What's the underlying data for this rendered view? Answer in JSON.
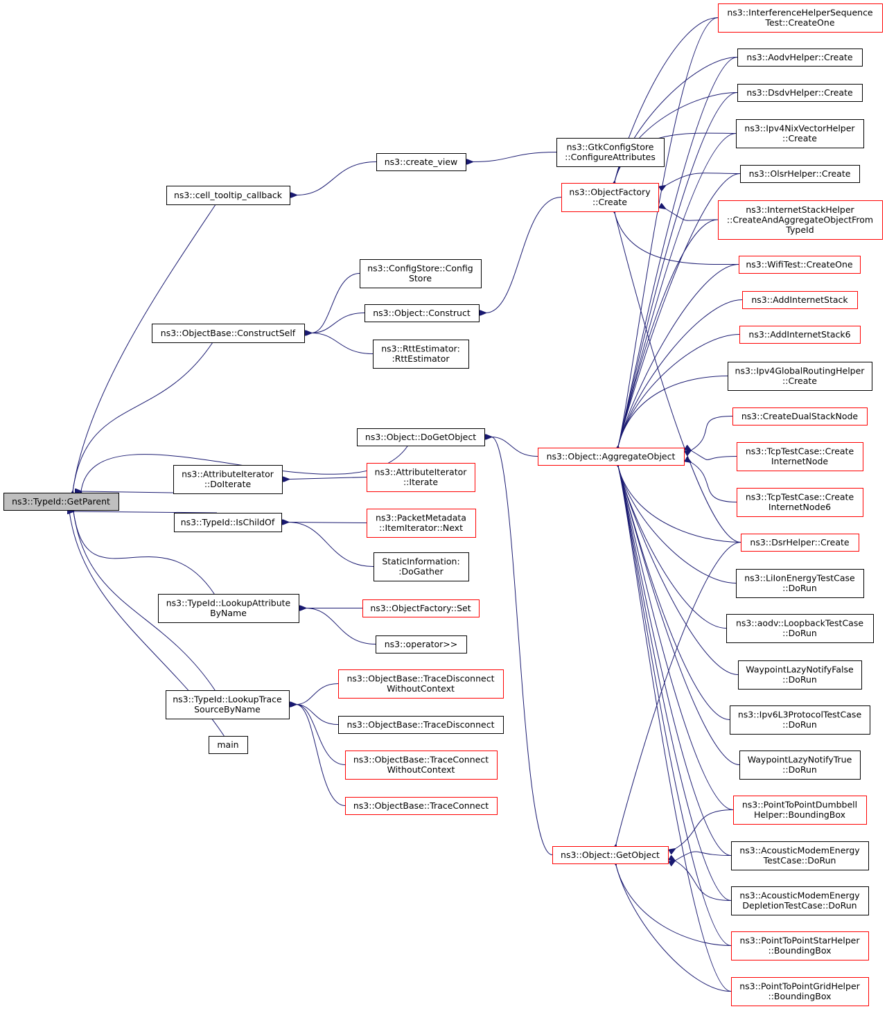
{
  "nodes": [
    {
      "id": "root",
      "lines": [
        "ns3::TypeId::GetParent"
      ],
      "style": "root"
    },
    {
      "id": "cell_tooltip",
      "lines": [
        "ns3::cell_tooltip_callback"
      ],
      "style": "black"
    },
    {
      "id": "create_view",
      "lines": [
        "ns3::create_view"
      ],
      "style": "black"
    },
    {
      "id": "gtk_cfg",
      "lines": [
        "ns3::GtkConfigStore",
        "::ConfigureAttributes"
      ],
      "style": "black"
    },
    {
      "id": "objbase_cs",
      "lines": [
        "ns3::ObjectBase::ConstructSelf"
      ],
      "style": "black"
    },
    {
      "id": "configstore",
      "lines": [
        "ns3::ConfigStore::Config",
        "Store"
      ],
      "style": "black"
    },
    {
      "id": "obj_construct",
      "lines": [
        "ns3::Object::Construct"
      ],
      "style": "black"
    },
    {
      "id": "rtt",
      "lines": [
        "ns3::RttEstimator:",
        ":RttEstimator"
      ],
      "style": "black"
    },
    {
      "id": "obj_dogetobject",
      "lines": [
        "ns3::Object::DoGetObject"
      ],
      "style": "black"
    },
    {
      "id": "attr_doiterate",
      "lines": [
        "ns3::AttributeIterator",
        "::DoIterate"
      ],
      "style": "black"
    },
    {
      "id": "attr_iterate",
      "lines": [
        "ns3::AttributeIterator",
        "::Iterate"
      ],
      "style": "red"
    },
    {
      "id": "typeid_ischildof",
      "lines": [
        "ns3::TypeId::IsChildOf"
      ],
      "style": "black"
    },
    {
      "id": "pkt_next",
      "lines": [
        "ns3::PacketMetadata",
        "::ItemIterator::Next"
      ],
      "style": "red"
    },
    {
      "id": "static_info",
      "lines": [
        "StaticInformation:",
        ":DoGather"
      ],
      "style": "black"
    },
    {
      "id": "lookup_attr",
      "lines": [
        "ns3::TypeId::LookupAttribute",
        "ByName"
      ],
      "style": "black"
    },
    {
      "id": "of_set",
      "lines": [
        "ns3::ObjectFactory::Set"
      ],
      "style": "red"
    },
    {
      "id": "operator_rr",
      "lines": [
        "ns3::operator>>"
      ],
      "style": "black"
    },
    {
      "id": "lookup_trace",
      "lines": [
        "ns3::TypeId::LookupTrace",
        "SourceByName"
      ],
      "style": "black"
    },
    {
      "id": "td_wo_ctx",
      "lines": [
        "ns3::ObjectBase::TraceDisconnect",
        "WithoutContext"
      ],
      "style": "red"
    },
    {
      "id": "td",
      "lines": [
        "ns3::ObjectBase::TraceDisconnect"
      ],
      "style": "black"
    },
    {
      "id": "tc_wo_ctx",
      "lines": [
        "ns3::ObjectBase::TraceConnect",
        "WithoutContext"
      ],
      "style": "red"
    },
    {
      "id": "tc",
      "lines": [
        "ns3::ObjectBase::TraceConnect"
      ],
      "style": "red"
    },
    {
      "id": "main",
      "lines": [
        "main"
      ],
      "style": "black"
    },
    {
      "id": "of_create",
      "lines": [
        "ns3::ObjectFactory",
        "::Create"
      ],
      "style": "red"
    },
    {
      "id": "obj_aggregate",
      "lines": [
        "ns3::Object::AggregateObject"
      ],
      "style": "red"
    },
    {
      "id": "obj_getobject",
      "lines": [
        "ns3::Object::GetObject"
      ],
      "style": "red"
    },
    {
      "id": "interf",
      "lines": [
        "ns3::InterferenceHelperSequence",
        "Test::CreateOne"
      ],
      "style": "red"
    },
    {
      "id": "aodv",
      "lines": [
        "ns3::AodvHelper::Create"
      ],
      "style": "black"
    },
    {
      "id": "dsdv",
      "lines": [
        "ns3::DsdvHelper::Create"
      ],
      "style": "black"
    },
    {
      "id": "ipv4nix",
      "lines": [
        "ns3::Ipv4NixVectorHelper",
        "::Create"
      ],
      "style": "black"
    },
    {
      "id": "olsr",
      "lines": [
        "ns3::OlsrHelper::Create"
      ],
      "style": "black"
    },
    {
      "id": "inet_stack",
      "lines": [
        "ns3::InternetStackHelper",
        "::CreateAndAggregateObjectFrom",
        "TypeId"
      ],
      "style": "red"
    },
    {
      "id": "wifitest",
      "lines": [
        "ns3::WifiTest::CreateOne"
      ],
      "style": "red"
    },
    {
      "id": "add_inet",
      "lines": [
        "ns3::AddInternetStack"
      ],
      "style": "red"
    },
    {
      "id": "add_inet6",
      "lines": [
        "ns3::AddInternetStack6"
      ],
      "style": "red"
    },
    {
      "id": "ipv4global",
      "lines": [
        "ns3::Ipv4GlobalRoutingHelper",
        "::Create"
      ],
      "style": "black"
    },
    {
      "id": "dualstack",
      "lines": [
        "ns3::CreateDualStackNode"
      ],
      "style": "red"
    },
    {
      "id": "tcp_inet",
      "lines": [
        "ns3::TcpTestCase::Create",
        "InternetNode"
      ],
      "style": "red"
    },
    {
      "id": "tcp_inet6",
      "lines": [
        "ns3::TcpTestCase::Create",
        "InternetNode6"
      ],
      "style": "red"
    },
    {
      "id": "dsr",
      "lines": [
        "ns3::DsrHelper::Create"
      ],
      "style": "red"
    },
    {
      "id": "liion",
      "lines": [
        "ns3::LiIonEnergyTestCase",
        "::DoRun"
      ],
      "style": "black"
    },
    {
      "id": "aodv_loop",
      "lines": [
        "ns3::aodv::LoopbackTestCase",
        "::DoRun"
      ],
      "style": "black"
    },
    {
      "id": "wp_false",
      "lines": [
        "WaypointLazyNotifyFalse",
        "::DoRun"
      ],
      "style": "black"
    },
    {
      "id": "ipv6l3",
      "lines": [
        "ns3::Ipv6L3ProtocolTestCase",
        "::DoRun"
      ],
      "style": "black"
    },
    {
      "id": "wp_true",
      "lines": [
        "WaypointLazyNotifyTrue",
        "::DoRun"
      ],
      "style": "black"
    },
    {
      "id": "p2p_dumbbell",
      "lines": [
        "ns3::PointToPointDumbbell",
        "Helper::BoundingBox"
      ],
      "style": "red"
    },
    {
      "id": "acoustic",
      "lines": [
        "ns3::AcousticModemEnergy",
        "TestCase::DoRun"
      ],
      "style": "black"
    },
    {
      "id": "acoustic_depl",
      "lines": [
        "ns3::AcousticModemEnergy",
        "DepletionTestCase::DoRun"
      ],
      "style": "black"
    },
    {
      "id": "p2p_star",
      "lines": [
        "ns3::PointToPointStarHelper",
        "::BoundingBox"
      ],
      "style": "red"
    },
    {
      "id": "p2p_grid",
      "lines": [
        "ns3::PointToPointGridHelper",
        "::BoundingBox"
      ],
      "style": "red"
    }
  ],
  "edges": [
    [
      "root",
      "cell_tooltip"
    ],
    [
      "cell_tooltip",
      "create_view"
    ],
    [
      "create_view",
      "gtk_cfg"
    ],
    [
      "root",
      "objbase_cs"
    ],
    [
      "objbase_cs",
      "configstore"
    ],
    [
      "objbase_cs",
      "obj_construct"
    ],
    [
      "objbase_cs",
      "rtt"
    ],
    [
      "obj_construct",
      "of_create"
    ],
    [
      "root",
      "obj_dogetobject"
    ],
    [
      "obj_dogetobject",
      "obj_aggregate"
    ],
    [
      "obj_dogetobject",
      "obj_getobject"
    ],
    [
      "root",
      "attr_doiterate"
    ],
    [
      "attr_doiterate",
      "attr_iterate"
    ],
    [
      "root",
      "typeid_ischildof"
    ],
    [
      "typeid_ischildof",
      "pkt_next"
    ],
    [
      "typeid_ischildof",
      "static_info"
    ],
    [
      "root",
      "lookup_attr"
    ],
    [
      "lookup_attr",
      "of_set"
    ],
    [
      "lookup_attr",
      "operator_rr"
    ],
    [
      "root",
      "lookup_trace"
    ],
    [
      "lookup_trace",
      "td_wo_ctx"
    ],
    [
      "lookup_trace",
      "td"
    ],
    [
      "lookup_trace",
      "tc_wo_ctx"
    ],
    [
      "lookup_trace",
      "tc"
    ],
    [
      "root",
      "main"
    ],
    [
      "of_create",
      "interf"
    ],
    [
      "of_create",
      "aodv"
    ],
    [
      "of_create",
      "dsdv"
    ],
    [
      "of_create",
      "ipv4nix"
    ],
    [
      "of_create",
      "olsr"
    ],
    [
      "of_create",
      "inet_stack"
    ],
    [
      "of_create",
      "wifitest"
    ],
    [
      "of_create",
      "dsr"
    ],
    [
      "obj_aggregate",
      "interf"
    ],
    [
      "obj_aggregate",
      "aodv"
    ],
    [
      "obj_aggregate",
      "dsdv"
    ],
    [
      "obj_aggregate",
      "ipv4nix"
    ],
    [
      "obj_aggregate",
      "olsr"
    ],
    [
      "obj_aggregate",
      "inet_stack"
    ],
    [
      "obj_aggregate",
      "wifitest"
    ],
    [
      "obj_aggregate",
      "add_inet"
    ],
    [
      "obj_aggregate",
      "add_inet6"
    ],
    [
      "obj_aggregate",
      "ipv4global"
    ],
    [
      "obj_aggregate",
      "dualstack"
    ],
    [
      "obj_aggregate",
      "tcp_inet"
    ],
    [
      "obj_aggregate",
      "tcp_inet6"
    ],
    [
      "obj_aggregate",
      "dsr"
    ],
    [
      "obj_aggregate",
      "liion"
    ],
    [
      "obj_aggregate",
      "aodv_loop"
    ],
    [
      "obj_aggregate",
      "wp_false"
    ],
    [
      "obj_aggregate",
      "ipv6l3"
    ],
    [
      "obj_aggregate",
      "wp_true"
    ],
    [
      "obj_aggregate",
      "p2p_dumbbell"
    ],
    [
      "obj_aggregate",
      "acoustic"
    ],
    [
      "obj_aggregate",
      "acoustic_depl"
    ],
    [
      "obj_aggregate",
      "p2p_star"
    ],
    [
      "obj_aggregate",
      "p2p_grid"
    ],
    [
      "obj_getobject",
      "dsr"
    ],
    [
      "obj_getobject",
      "p2p_dumbbell"
    ],
    [
      "obj_getobject",
      "acoustic"
    ],
    [
      "obj_getobject",
      "acoustic_depl"
    ],
    [
      "obj_getobject",
      "p2p_star"
    ],
    [
      "obj_getobject",
      "p2p_grid"
    ]
  ]
}
